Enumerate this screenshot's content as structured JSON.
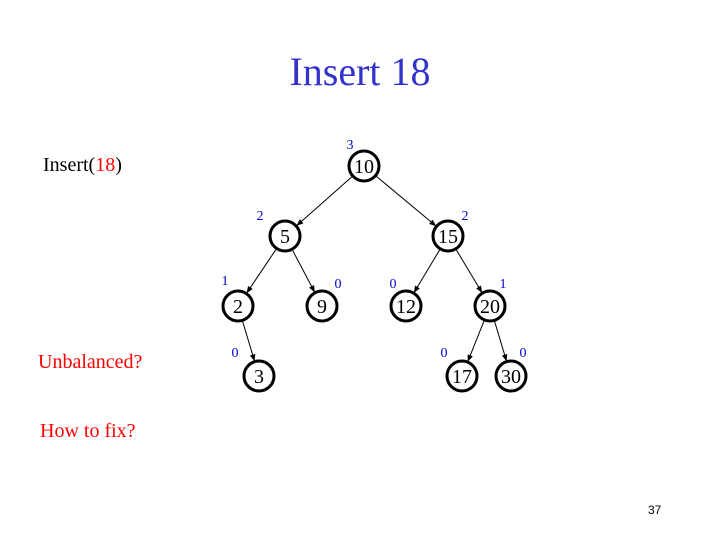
{
  "slide": {
    "title": "Insert 18",
    "insert_prefix": "Insert(",
    "insert_value": "18",
    "insert_suffix": ")",
    "question_unbalanced": "Unbalanced?",
    "question_fix": "How to fix?",
    "page_number": "37"
  },
  "colors": {
    "title": "#3333cc",
    "highlight": "#ff0000",
    "height_label": "#0000cc",
    "node_stroke": "#000000",
    "edge": "#000000"
  },
  "tree": {
    "nodes": [
      {
        "id": "n10",
        "key": "10",
        "height": "3"
      },
      {
        "id": "n5",
        "key": "5",
        "height": "2"
      },
      {
        "id": "n15",
        "key": "15",
        "height": "2"
      },
      {
        "id": "n2",
        "key": "2",
        "height": "1"
      },
      {
        "id": "n9",
        "key": "9",
        "height": "0"
      },
      {
        "id": "n12",
        "key": "12",
        "height": "0"
      },
      {
        "id": "n20",
        "key": "20",
        "height": "1"
      },
      {
        "id": "n3",
        "key": "3",
        "height": "0"
      },
      {
        "id": "n17",
        "key": "17",
        "height": "0"
      },
      {
        "id": "n30",
        "key": "30",
        "height": "0"
      }
    ],
    "edges": [
      [
        "n10",
        "n5"
      ],
      [
        "n10",
        "n15"
      ],
      [
        "n5",
        "n2"
      ],
      [
        "n5",
        "n9"
      ],
      [
        "n15",
        "n12"
      ],
      [
        "n15",
        "n20"
      ],
      [
        "n2",
        "n3"
      ],
      [
        "n20",
        "n17"
      ],
      [
        "n20",
        "n30"
      ]
    ]
  }
}
